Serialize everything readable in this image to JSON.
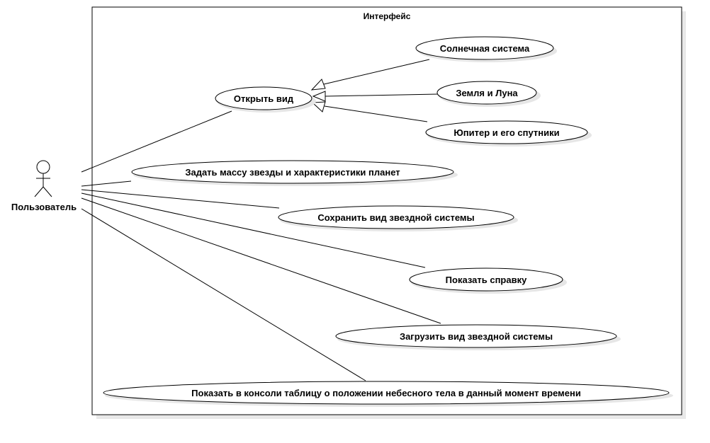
{
  "system": {
    "title": "Интерфейс"
  },
  "actor": {
    "label": "Пользователь"
  },
  "use_cases": {
    "open_view": "Открыть вид",
    "solar_system": "Солнечная система",
    "earth_moon": "Земля и Луна",
    "jupiter": "Юпитер и его спутники",
    "set_mass": "Задать массу звезды и характеристики планет",
    "save_view": "Сохранить вид звездной системы",
    "show_help": "Показать справку",
    "load_view": "Загрузить вид звездной системы",
    "show_table": "Показать в консоли таблицу о положении небесного тела в данный момент времени"
  }
}
